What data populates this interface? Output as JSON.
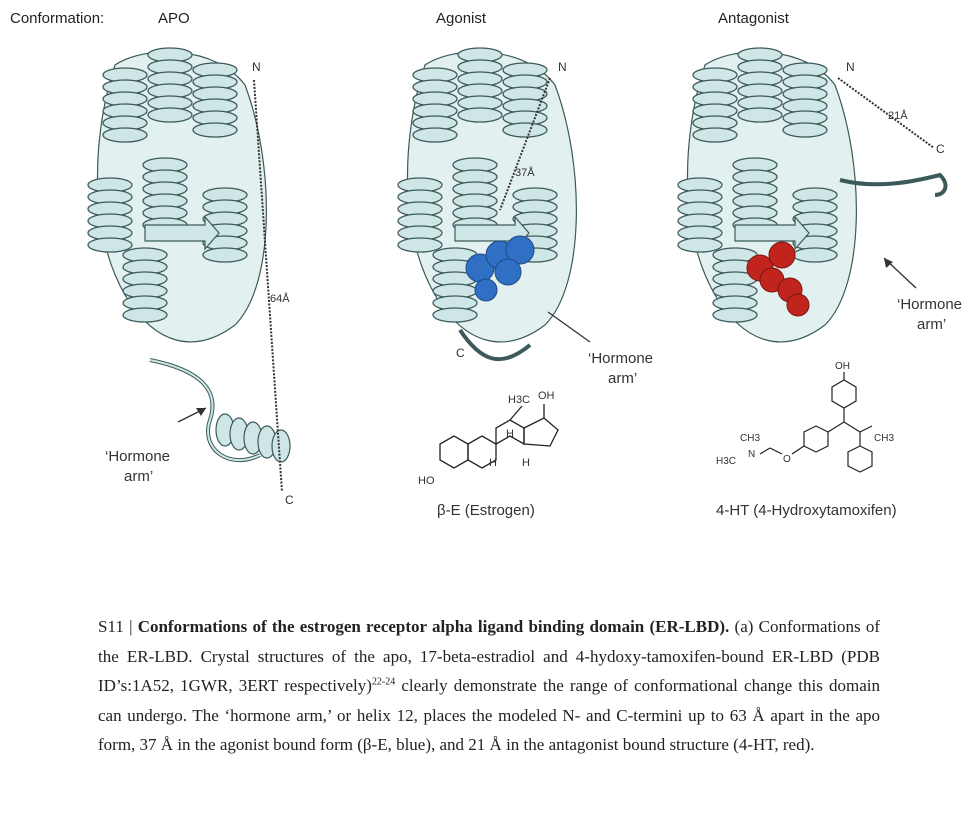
{
  "figure": {
    "conformation_label": "Conformation:",
    "panels": [
      {
        "title": "APO",
        "n_label": "N",
        "c_label": "C",
        "distance": "64Å",
        "arm_line1": "‘Hormone",
        "arm_line2": "arm’"
      },
      {
        "title": "Agonist",
        "n_label": "N",
        "c_label": "C",
        "distance": "37Å",
        "arm_line1": "‘Hormone",
        "arm_line2": "arm’"
      },
      {
        "title": "Antagonist",
        "n_label": "N",
        "c_label": "C",
        "distance": "21Å",
        "arm_line1": "‘Hormone",
        "arm_line2": "arm’"
      }
    ],
    "ligands": [
      {
        "name": "β-E (Estrogen)",
        "color": "#2f6fc4",
        "atoms": [
          "H3C",
          "OH",
          "H",
          "H",
          "H",
          "HO"
        ]
      },
      {
        "name": "4-HT (4-Hydroxytamoxifen)",
        "color": "#c0241d",
        "atoms": [
          "OH",
          "CH3",
          "CH3",
          "N",
          "H3C",
          "O"
        ]
      }
    ],
    "protein_color": "#cfe6e6"
  },
  "caption": {
    "label": "S11",
    "separator": "|",
    "title": "Conformations of the estrogen receptor alpha ligand binding domain (ER-LBD).",
    "part": "(a)",
    "text1": "Conformations of the ER-LBD. Crystal structures of the apo, 17-beta-estradiol and 4-hydoxy-tamoxifen-bound ER-LBD (PDB ID’s:1A52, 1GWR, 3ERT respectively)",
    "refs": "22-24",
    "text2": " clearly demonstrate the range of conformational change this domain can undergo. The ‘hormone arm,’ or helix 12, places the modeled N- and C-termini up to 63 Å apart in the apo form, 37 Å in the agonist bound form (β-E, blue), and 21 Å in the antagonist bound structure (4-HT, red)."
  }
}
